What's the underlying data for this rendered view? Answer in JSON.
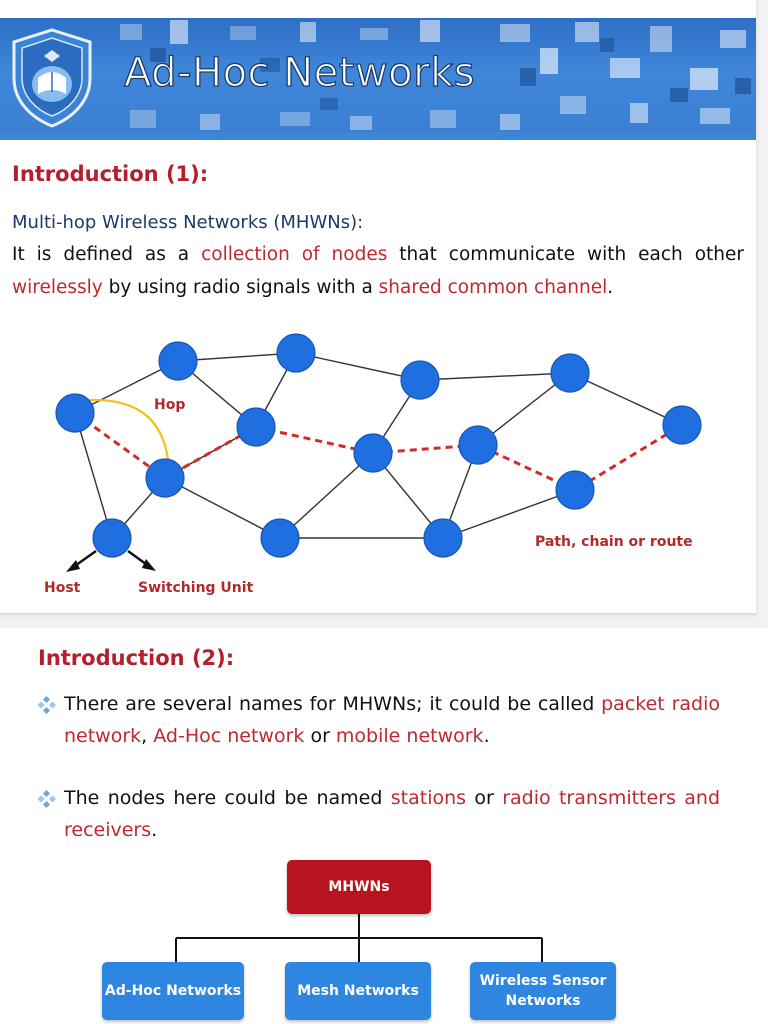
{
  "banner": {
    "title": "Ad-Hoc Networks"
  },
  "slide1": {
    "heading": "Introduction (1):",
    "subheading": "Multi-hop Wireless Networks (MHWNs):",
    "para": {
      "t1": "It is defined as a ",
      "r1": "collection of nodes",
      "t2": " that communicate with each other ",
      "r2": "wirelessly",
      "t3": " by using radio signals with a ",
      "r3": "shared common channel",
      "t4": "."
    },
    "diagram": {
      "hop_label": "Hop",
      "path_label": "Path, chain or route",
      "host_label": "Host",
      "switching_label": "Switching Unit"
    }
  },
  "slide2": {
    "heading": "Introduction (2):",
    "bullet1": {
      "t1": "There are several names for MHWNs; it could be called ",
      "r1": "packet radio network",
      "t2": ", ",
      "r2": "Ad-Hoc network",
      "t3": " or ",
      "r3": "mobile network",
      "t4": "."
    },
    "bullet2": {
      "t1": "The nodes here could be named ",
      "r1": "stations",
      "t2": " or ",
      "r2": "radio transmitters and receivers",
      "t3": "."
    },
    "hierarchy": {
      "root": "MHWNs",
      "children": [
        "Ad-Hoc Networks",
        "Mesh Networks",
        "Wireless Sensor Networks"
      ]
    }
  },
  "colors": {
    "accent_red": "#c0282f",
    "node_blue": "#1f6fe0",
    "box_blue": "#2f86e0",
    "root_red": "#b8141d"
  }
}
